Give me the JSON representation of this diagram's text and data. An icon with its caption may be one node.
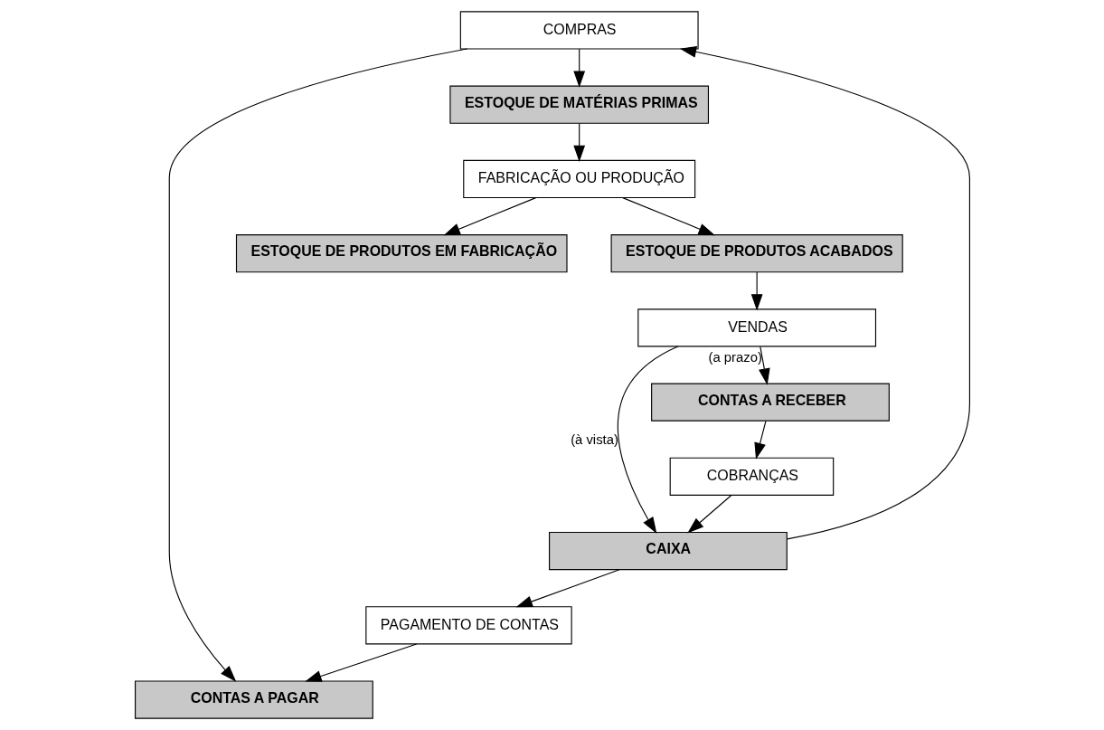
{
  "diagram": {
    "nodes": [
      {
        "text": [
          "PAGAMENTO DE CONTAS"
        ]
      },
      {
        "text": [
          "CONTAS A PAGAR"
        ]
      },
      {
        "text": [
          "COMPRAS"
        ]
      },
      {
        "text": [
          "ESTOQUE DE PRODUTOS EM FABRICAÇÃO"
        ]
      },
      {
        "text": [
          "ESTOQUE DE MATÉRIAS PRIMAS"
        ]
      },
      {
        "text": [
          "FABRICAÇÃO OU PRODUÇÃO"
        ]
      },
      {
        "text": [
          "VENDAS"
        ]
      },
      {
        "text": [
          "ESTOQUE DE PRODUTOS ACABADOS"
        ]
      },
      {
        "text": [
          "CAIXA"
        ]
      },
      {
        "text": [
          "COBRANÇAS"
        ]
      },
      {
        "text": [
          "CONTAS A RECEBER"
        ]
      }
    ],
    "edges": [
      {
        "from": 0,
        "to": 1,
        "arrow": "to"
      },
      {
        "from": 2,
        "to": 1,
        "arrow": "to"
      },
      {
        "from": 2,
        "to": 4,
        "arrow": "to"
      },
      {
        "from": 4,
        "to": 5,
        "arrow": "to"
      },
      {
        "from": 5,
        "to": 3,
        "arrow": "to"
      },
      {
        "from": 5,
        "to": 7,
        "arrow": "to"
      },
      {
        "from": 7,
        "to": 6,
        "arrow": "to"
      },
      {
        "from": 6,
        "to": 8,
        "arrow": "to",
        "label": "(à vista)"
      },
      {
        "from": 6,
        "to": 10,
        "arrow": "to",
        "label": "(a prazo)"
      },
      {
        "from": 8,
        "to": 2,
        "arrow": "to"
      },
      {
        "from": 8,
        "to": 0,
        "arrow": "to"
      },
      {
        "from": 9,
        "to": 8,
        "arrow": "to"
      },
      {
        "from": 10,
        "to": 9,
        "arrow": "to"
      }
    ]
  }
}
